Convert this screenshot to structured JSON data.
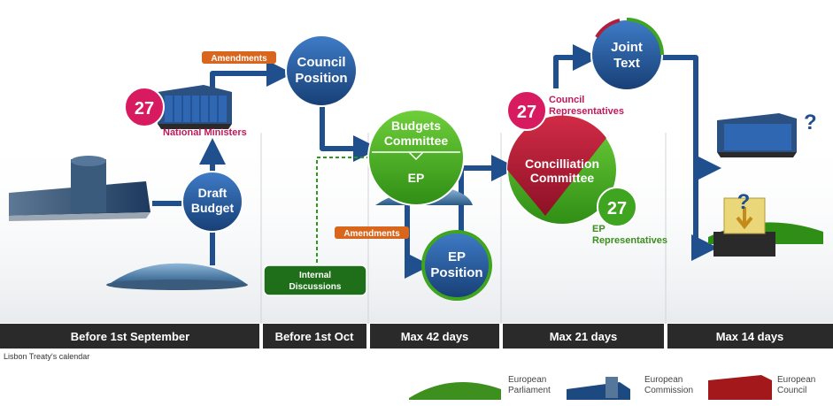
{
  "timeline": {
    "stages": [
      {
        "label": "Before 1st September"
      },
      {
        "label": "Before 1st Oct"
      },
      {
        "label": "Max 42 days"
      },
      {
        "label": "Max 21 days"
      },
      {
        "label": "Max 14 days"
      }
    ]
  },
  "caption": "Lisbon Treaty's calendar",
  "nodes": {
    "draft_budget": [
      "Draft",
      "Budget"
    ],
    "council_position": [
      "Council",
      "Position"
    ],
    "budgets_committee": [
      "Budgets",
      "Committee"
    ],
    "ep": "EP",
    "ep_position": [
      "EP",
      "Position"
    ],
    "conciliation_committee": [
      "Concilliation",
      "Committee"
    ],
    "joint_text": [
      "Joint",
      "Text"
    ]
  },
  "tags": {
    "amendments_top": "Amendments",
    "amendments_bottom": "Amendments",
    "internal_discussions": [
      "Internal",
      "Discussions"
    ]
  },
  "badges": {
    "national_ministers": {
      "count": "27",
      "label": "National Ministers"
    },
    "council_reps": {
      "count": "27",
      "label": [
        "Council",
        "Representatives"
      ]
    },
    "ep_reps": {
      "count": "27",
      "label": [
        "EP",
        "Representatives"
      ]
    }
  },
  "outcomes": {
    "question_mark": "?"
  },
  "legend": [
    {
      "label": [
        "European",
        "Parliament"
      ],
      "color": "#3d8f1e"
    },
    {
      "label": [
        "European",
        "Commission"
      ],
      "color": "#1c4a80"
    },
    {
      "label": [
        "European",
        "Council"
      ],
      "color": "#a3181b"
    }
  ],
  "colors": {
    "blue": "#1f4f8c",
    "green": "#3fa41f",
    "dark_green": "#2c7d18",
    "red": "#b01e3a",
    "magenta": "#d81b60",
    "orange": "#d8661c",
    "dark_bar": "#2a2a2a"
  }
}
